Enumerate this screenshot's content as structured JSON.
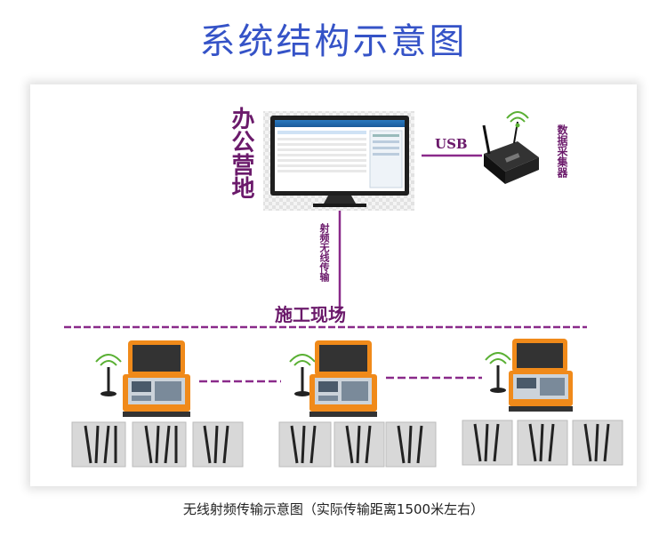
{
  "title": "系统结构示意图",
  "labels": {
    "office": "办公营地",
    "usb": "USB",
    "collector": "数据采集器",
    "wireless": "射频无线传输",
    "site": "施工现场"
  },
  "caption": "无线射频传输示意图（实际传输距离1500米左右）",
  "colors": {
    "title": "#3553c7",
    "accent": "#6b1a6b",
    "case_orange": "#f08a1a",
    "antenna_green": "#5ab034"
  }
}
